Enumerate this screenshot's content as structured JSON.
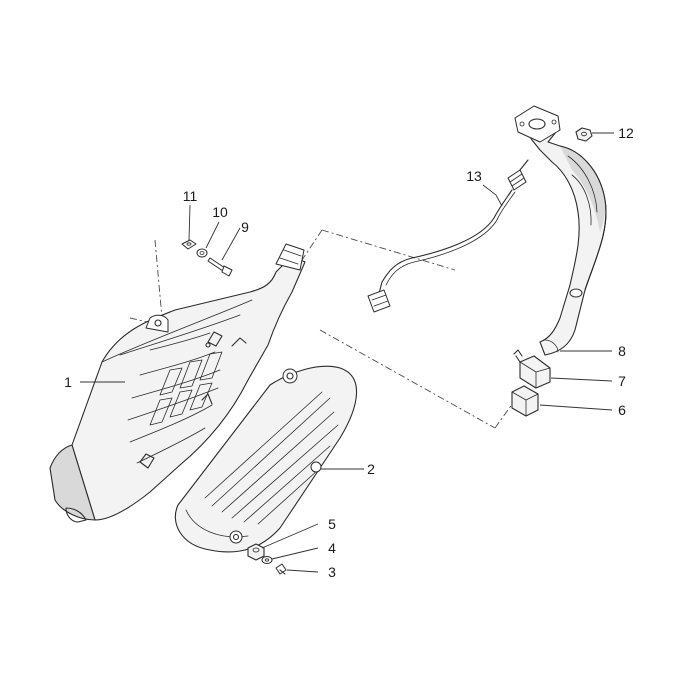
{
  "callouts": {
    "c1": "1",
    "c2": "2",
    "c3": "3",
    "c4": "4",
    "c5": "5",
    "c6": "6",
    "c7": "7",
    "c8": "8",
    "c9": "9",
    "c10": "10",
    "c11": "11",
    "c12": "12",
    "c13": "13"
  },
  "colors": {
    "line": "#2b2b2b",
    "fill": "#f3f3f3",
    "background": "#ffffff"
  }
}
